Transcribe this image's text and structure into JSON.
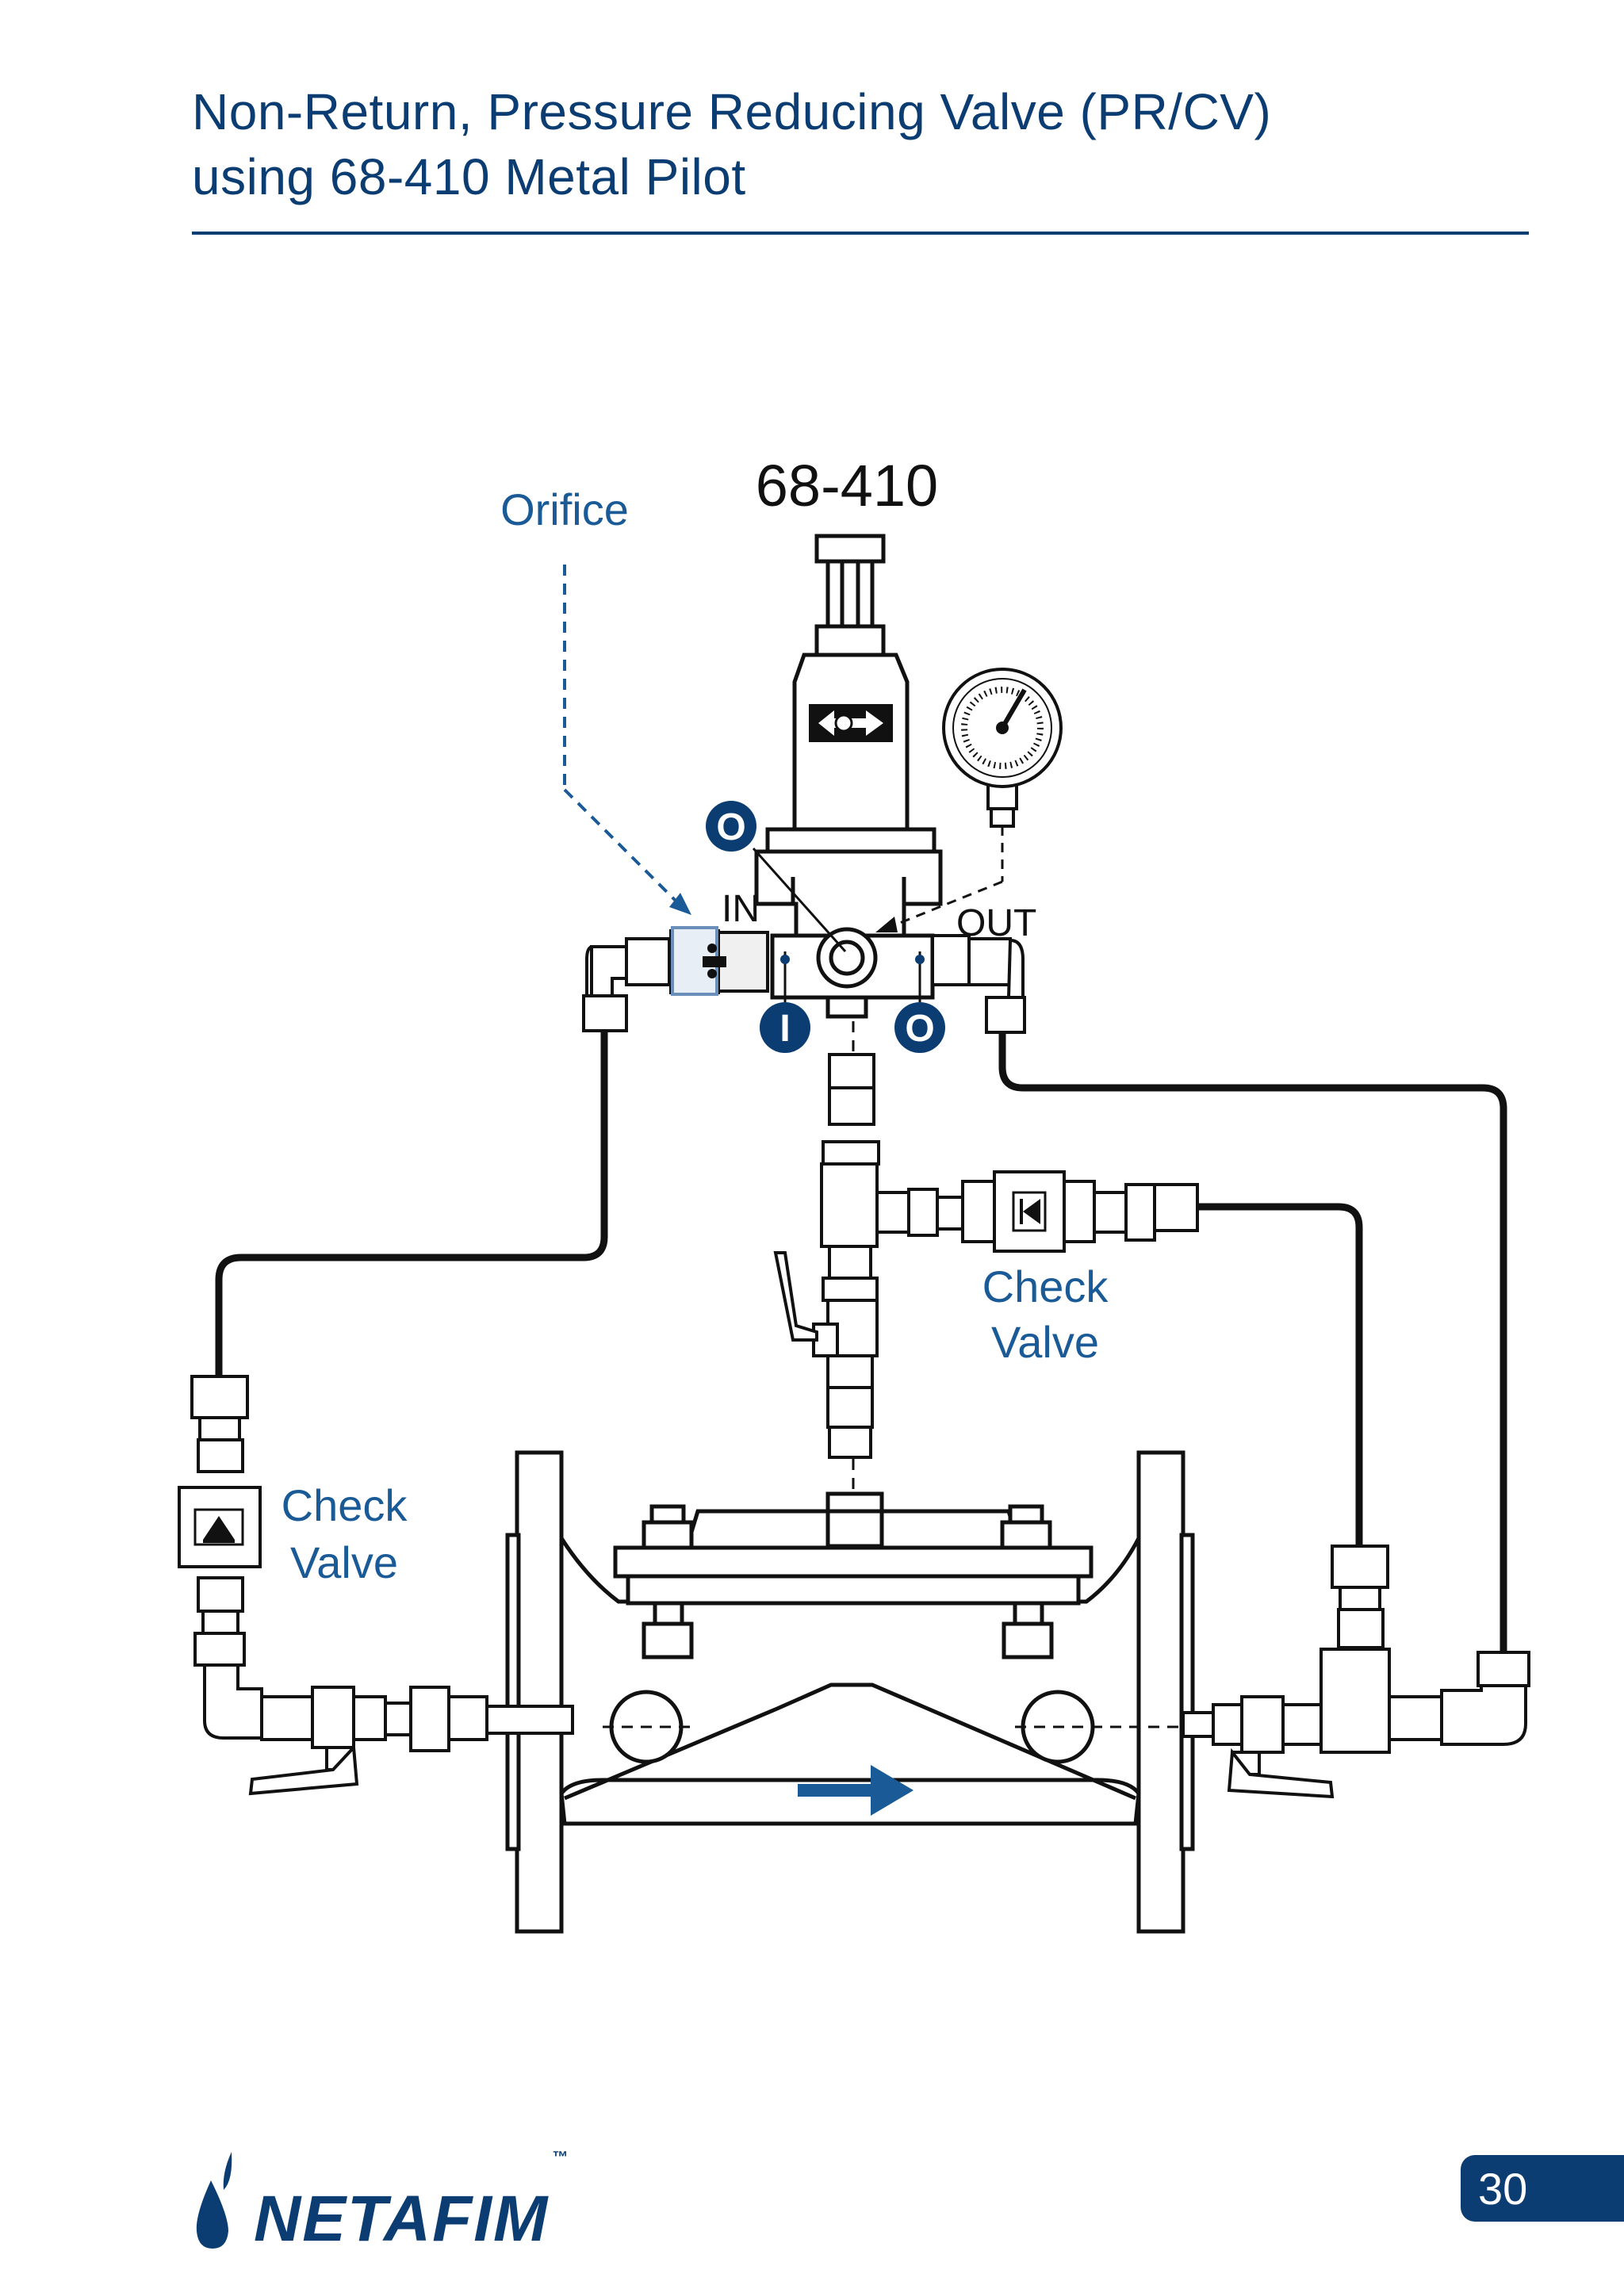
{
  "title": {
    "line1": "Non-Return, Pressure Reducing Valve (PR/CV)",
    "line2": "using 68-410 Metal Pilot"
  },
  "labels": {
    "pilot_model": "68-410",
    "orifice": "Orifice",
    "port_in": "IN",
    "port_out": "OUT",
    "check_valve_left_line1": "Check",
    "check_valve_left_line2": "Valve",
    "check_valve_right_line1": "Check",
    "check_valve_right_line2": "Valve"
  },
  "badges": {
    "top": "O",
    "inlet": "I",
    "outlet": "O"
  },
  "flow_direction": "left-to-right",
  "brand": {
    "name": "NETAFIM",
    "trademark": "™"
  },
  "page_number": "30",
  "colors": {
    "brand_blue": "#0b3d73",
    "label_blue": "#1a5a96",
    "line": "#111111"
  }
}
